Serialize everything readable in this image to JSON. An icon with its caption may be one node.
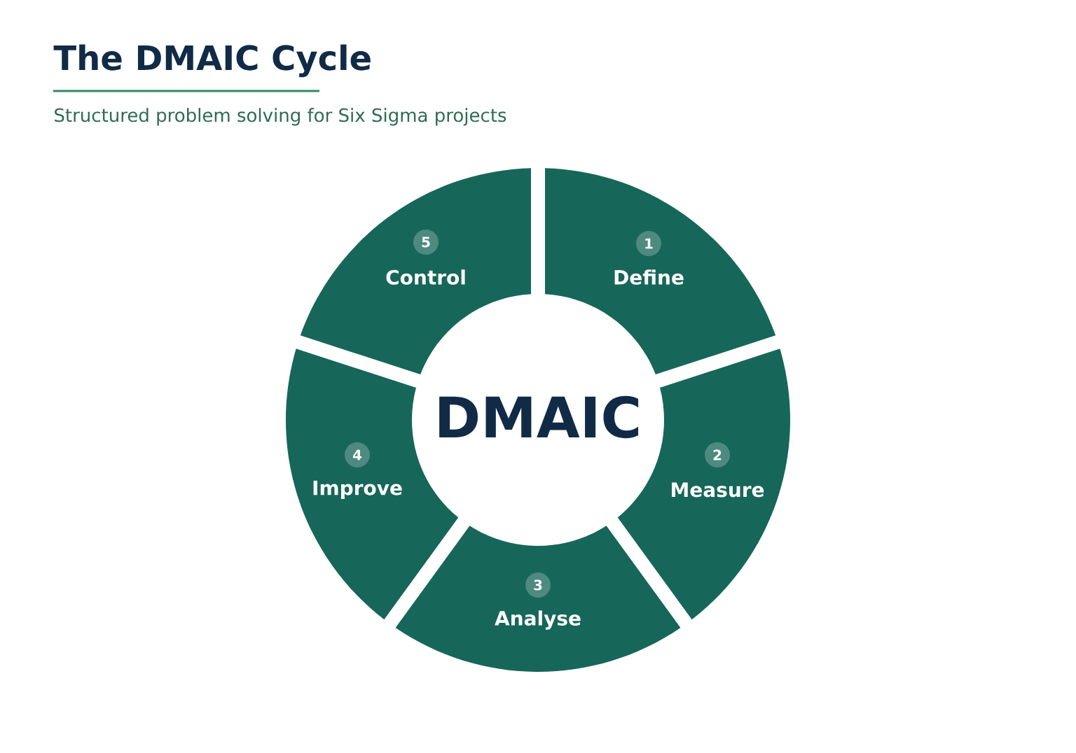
{
  "diagram": {
    "title": "The DMAIC Cycle",
    "nodes": [
      {
        "text": [
          "1",
          "Define"
        ]
      },
      {
        "text": [
          "2",
          "Measure"
        ]
      },
      {
        "text": [
          "3",
          "Analyse"
        ]
      },
      {
        "text": [
          "4",
          "Improve"
        ]
      },
      {
        "text": [
          "5",
          "Control"
        ]
      },
      {
        "text": [
          "DMAIC"
        ]
      }
    ],
    "labels": [
      "Structured problem solving for Six Sigma projects"
    ]
  }
}
